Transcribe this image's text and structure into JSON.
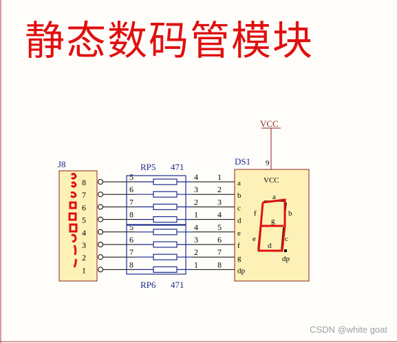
{
  "title": "静态数码管模块",
  "watermark": "CSDN @white goat",
  "j8": {
    "ref": "J8",
    "pins": [
      "8",
      "7",
      "6",
      "5",
      "4",
      "3",
      "2",
      "1"
    ]
  },
  "rp5": {
    "ref": "RP5",
    "value": "471"
  },
  "rp6": {
    "ref": "RP6",
    "value": "471"
  },
  "net_labels_left": [
    "5",
    "6",
    "7",
    "8",
    "5",
    "6",
    "7",
    "8"
  ],
  "rp_pins_right": [
    "4",
    "3",
    "2",
    "1",
    "4",
    "3",
    "2",
    "1"
  ],
  "ds1": {
    "ref": "DS1",
    "pin_numbers": [
      "1",
      "2",
      "3",
      "4",
      "5",
      "6",
      "7",
      "8"
    ],
    "segments": [
      "a",
      "b",
      "c",
      "d",
      "e",
      "f",
      "g",
      "dp"
    ],
    "vcc_pin": "9",
    "inner_vcc": "VCC",
    "diagram_labels": {
      "a": "a",
      "b": "b",
      "c": "c",
      "e": "e",
      "f": "f",
      "g": "g",
      "d": "d",
      "dp": "dp"
    }
  },
  "vcc_net": "VCC",
  "colors": {
    "title": "#e01010",
    "ink": "#1a2a8c",
    "wire": "#000000",
    "body": "#fdf1b8",
    "annotation": "#e01010"
  }
}
